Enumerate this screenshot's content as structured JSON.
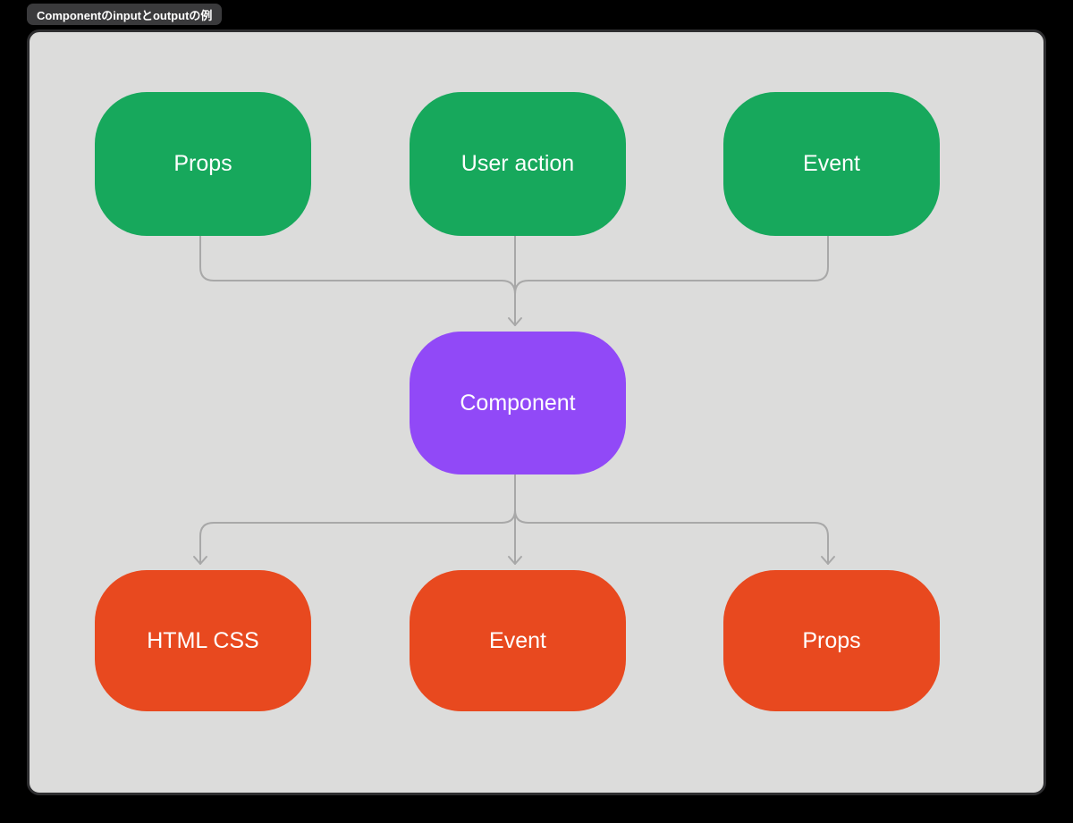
{
  "frame": {
    "tab_label": "Componentのinputとoutputの例"
  },
  "diagram": {
    "inputs": [
      {
        "label": "Props"
      },
      {
        "label": "User action"
      },
      {
        "label": "Event"
      }
    ],
    "component": {
      "label": "Component"
    },
    "outputs": [
      {
        "label": "HTML CSS"
      },
      {
        "label": "Event"
      },
      {
        "label": "Props"
      }
    ]
  },
  "colors": {
    "page-bg": "#000000",
    "canvas-bg": "#dcdcdb",
    "canvas-border": "#2e2e30",
    "tab-bg": "#3a3a3c",
    "tab-text": "#ffffff",
    "input-node": "#17a85c",
    "component-node": "#9149f7",
    "output-node": "#e8491f",
    "connector": "#a8a8a8",
    "node-text": "#ffffff"
  }
}
